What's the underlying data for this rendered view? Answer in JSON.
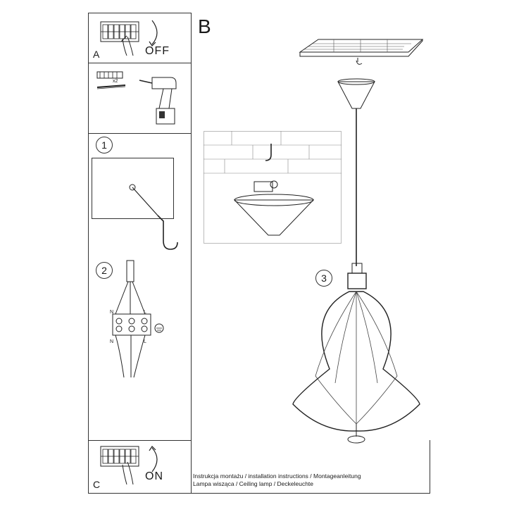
{
  "panels": {
    "a": {
      "letter": "A",
      "switch_text": "OFF",
      "anchor_qty": "x2"
    },
    "b": {
      "letter": "B"
    },
    "c": {
      "letter": "C",
      "switch_text": "ON"
    }
  },
  "steps": [
    "1",
    "2",
    "3"
  ],
  "wiring": {
    "top_left": "N",
    "top_right": "L",
    "bottom_left": "N",
    "bottom_right": "L"
  },
  "footer": {
    "line1": "Instrukcja montażu / installation instructions / Montageanleitung",
    "line2": "Lampa wisząca / Ceiling lamp / Deckeleuchte"
  }
}
